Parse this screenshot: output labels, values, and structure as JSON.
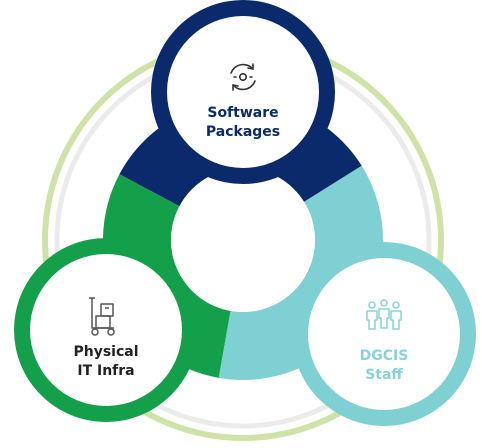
{
  "nodes": [
    {
      "key": "software",
      "label": "Software\nPackages",
      "icon": "refresh-cycle-icon",
      "ring_color": "#0a2a6b",
      "text_color": "#0a2a6b",
      "icon_color": "#333333"
    },
    {
      "key": "infra",
      "label": "Physical\nIT Infra",
      "icon": "hand-truck-boxes-icon",
      "ring_color": "#14a04b",
      "text_color": "#222222",
      "icon_color": "#555555"
    },
    {
      "key": "staff",
      "label": "DGCIS\nStaff",
      "icon": "people-group-icon",
      "ring_color": "#7fd0d2",
      "text_color": "#86d4d6",
      "icon_color": "#86d4d6"
    }
  ],
  "colors": {
    "outer_ring": "#cfe3a8",
    "inner_ring": "#ebebeb",
    "segment_navy": "#0a2a6b",
    "segment_green": "#14a04b",
    "segment_teal": "#7fd0d2"
  }
}
